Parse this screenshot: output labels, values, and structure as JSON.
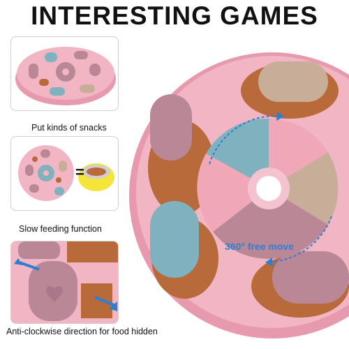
{
  "heading": "INTERESTING GAMES",
  "panels": [
    {
      "caption": "Put kinds of snacks"
    },
    {
      "caption": "Slow feeding function",
      "equals": "="
    },
    {
      "caption": "Anti-clockwise direction for food hidden"
    }
  ],
  "main_callout": "360° free move",
  "colors": {
    "pink": "#f2b5c3",
    "pink_dark": "#e79aad",
    "mauve": "#b98796",
    "blue": "#7fb1bf",
    "taupe": "#c8ad98",
    "kibble": "#b86a3a",
    "arrow": "#2f7fd1",
    "bowl": "#f5e43a"
  }
}
